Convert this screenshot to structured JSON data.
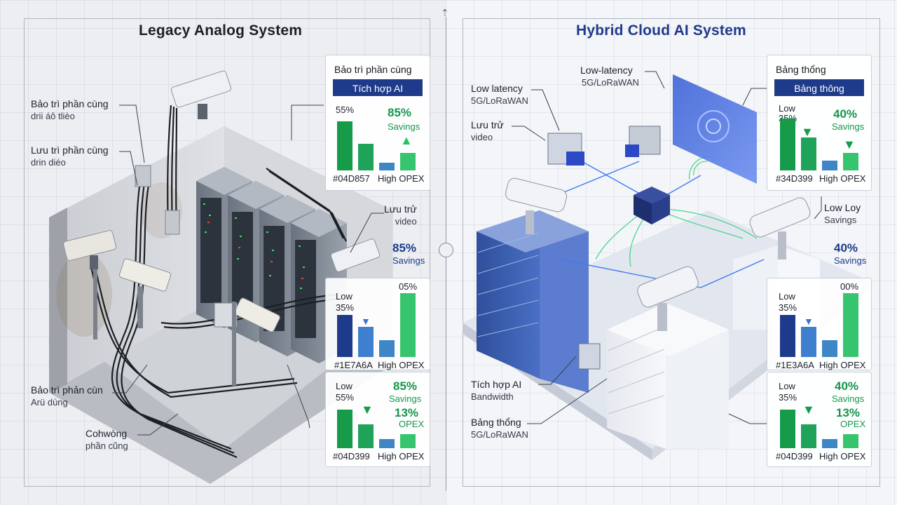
{
  "titles": {
    "left": "Legacy Analog System",
    "right": "Hybrid Cloud AI System"
  },
  "colors": {
    "legacy_green": "#04D857",
    "legacy_green_2": "#04D399",
    "cloud_blue": "#1E3A8A",
    "cloud_green": "#34D399",
    "button_blue": "#1E3A8A"
  },
  "left": {
    "callouts": [
      {
        "line1": "Bảo trì phần cùng",
        "line2": "drii áô tlièo"
      },
      {
        "line1": "Lưu trì phần cùng",
        "line2": "drin diéo"
      },
      {
        "line1": "Bảo trì phản cùn",
        "line2": "Arü dùng"
      },
      {
        "line1": "Cohwòng",
        "line2": "phần cũng"
      }
    ],
    "storage_label": {
      "line1": "Lưu trử",
      "line2": "video"
    },
    "mid_savings": {
      "value": "85%",
      "label": "Savings"
    },
    "panel_top": {
      "title": "Bảo trì phần cùng",
      "button": "Tích hợp AI",
      "tag": "55%",
      "value": "85%",
      "value_label": "Savings",
      "foot_left": "#04D857",
      "foot_right": "High OPEX",
      "bars": [
        0.78,
        0.42,
        0.12,
        0.28
      ]
    },
    "panel_mid": {
      "low": "Low",
      "pct_left": "35%",
      "pct_right": "05%",
      "foot_left": "#1E7A6A",
      "foot_right": "High OPEX",
      "bars": [
        0.62,
        0.45,
        0.25,
        0.95
      ]
    },
    "panel_bottom": {
      "low": "Low",
      "pct_left": "55%",
      "value": "85%",
      "value_label": "Savings",
      "value2": "13%",
      "value2_label": "OPEX",
      "foot_left": "#04D399",
      "foot_right": "High OPEX",
      "bars": [
        0.78,
        0.48,
        0.18,
        0.28
      ]
    }
  },
  "right": {
    "callouts": [
      {
        "line1": "Low-latency",
        "line2": "5G/LoRaWAN"
      },
      {
        "line1": "Low latency",
        "line2": "5G/LoRaWAN"
      },
      {
        "line1": "Lưu trử",
        "line2": "video"
      },
      {
        "line1": "Tích hợp AI",
        "line2": "Bandwidth"
      },
      {
        "line1": "Bảng thổng",
        "line2": "5G/LoRaWAN"
      },
      {
        "line1": "Low Loy",
        "line2": "Savings"
      }
    ],
    "mid_savings": {
      "value": "40%",
      "label": "Savings"
    },
    "panel_top": {
      "title": "Bảng thổng",
      "button": "Bảng thông",
      "low": "Low",
      "pct_left": "35%",
      "value": "40%",
      "value_label": "Savings",
      "foot_left": "#34D399",
      "foot_right": "High OPEX",
      "bars": [
        0.82,
        0.52,
        0.15,
        0.28
      ]
    },
    "panel_mid": {
      "low": "Low",
      "pct_left": "35%",
      "pct_right": "00%",
      "foot_left": "#1E3A6A",
      "foot_right": "High OPEX",
      "bars": [
        0.62,
        0.45,
        0.25,
        0.95
      ]
    },
    "panel_bottom": {
      "low": "Low",
      "pct_left": "35%",
      "value": "40%",
      "value_label": "Savings",
      "value2": "13%",
      "value2_label": "OPEX",
      "foot_left": "#04D399",
      "foot_right": "High OPEX",
      "bars": [
        0.78,
        0.48,
        0.18,
        0.28
      ]
    }
  }
}
